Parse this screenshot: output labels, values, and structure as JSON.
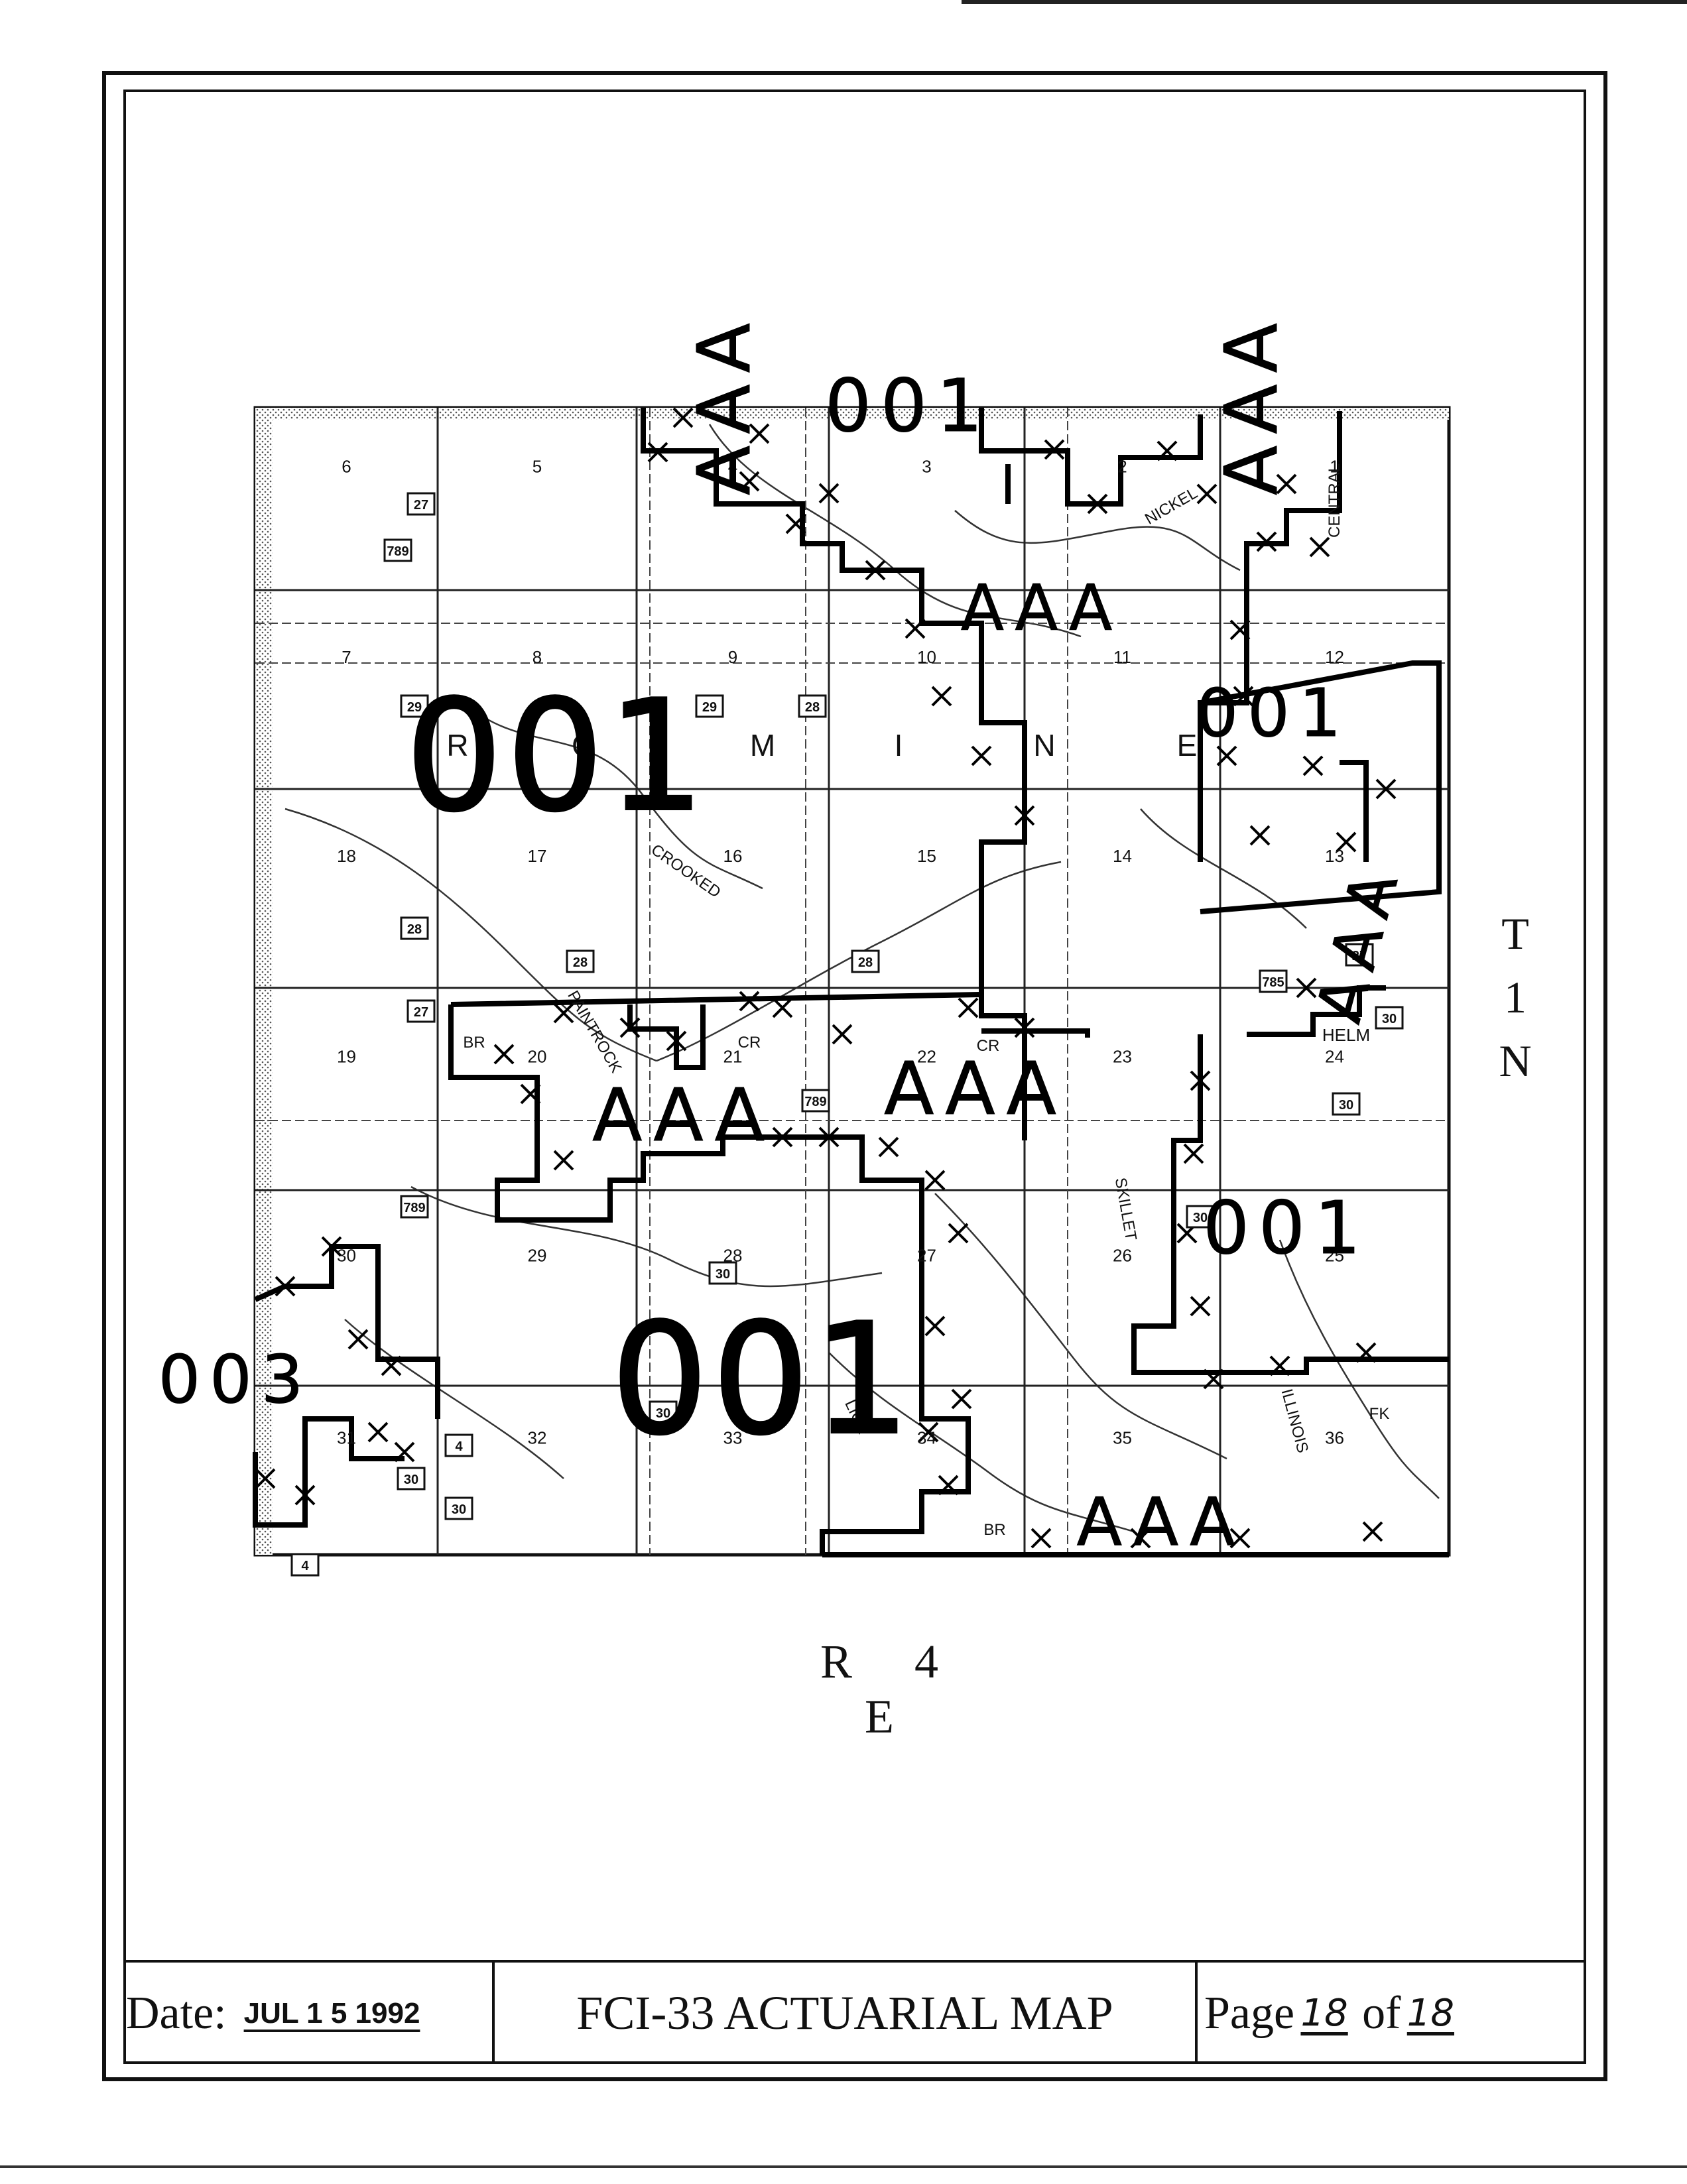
{
  "map": {
    "township_sections": [
      {
        "number": "1",
        "col": 5,
        "row": 0
      },
      {
        "number": "2",
        "col": 4,
        "row": 0
      },
      {
        "number": "3",
        "col": 3,
        "row": 0
      },
      {
        "number": "4",
        "col": 2,
        "row": 0
      },
      {
        "number": "5",
        "col": 1,
        "row": 0
      },
      {
        "number": "6",
        "col": 0,
        "row": 0
      },
      {
        "number": "7",
        "col": 0,
        "row": 1
      },
      {
        "number": "8",
        "col": 1,
        "row": 1
      },
      {
        "number": "9",
        "col": 2,
        "row": 1
      },
      {
        "number": "10",
        "col": 3,
        "row": 1
      },
      {
        "number": "11",
        "col": 4,
        "row": 1
      },
      {
        "number": "12",
        "col": 5,
        "row": 1
      },
      {
        "number": "13",
        "col": 5,
        "row": 2
      },
      {
        "number": "14",
        "col": 4,
        "row": 2
      },
      {
        "number": "15",
        "col": 3,
        "row": 2
      },
      {
        "number": "16",
        "col": 2,
        "row": 2
      },
      {
        "number": "17",
        "col": 1,
        "row": 2
      },
      {
        "number": "18",
        "col": 0,
        "row": 2
      },
      {
        "number": "19",
        "col": 0,
        "row": 3
      },
      {
        "number": "20",
        "col": 1,
        "row": 3
      },
      {
        "number": "21",
        "col": 2,
        "row": 3
      },
      {
        "number": "22",
        "col": 3,
        "row": 3
      },
      {
        "number": "23",
        "col": 4,
        "row": 3
      },
      {
        "number": "24",
        "col": 5,
        "row": 3
      },
      {
        "number": "25",
        "col": 5,
        "row": 4
      },
      {
        "number": "26",
        "col": 4,
        "row": 4
      },
      {
        "number": "27",
        "col": 3,
        "row": 4
      },
      {
        "number": "28",
        "col": 2,
        "row": 4
      },
      {
        "number": "29",
        "col": 1,
        "row": 4
      },
      {
        "number": "30",
        "col": 0,
        "row": 4
      },
      {
        "number": "31",
        "col": 0,
        "row": 5
      },
      {
        "number": "32",
        "col": 1,
        "row": 5
      },
      {
        "number": "33",
        "col": 2,
        "row": 5
      },
      {
        "number": "34",
        "col": 3,
        "row": 5
      },
      {
        "number": "35",
        "col": 4,
        "row": 5
      },
      {
        "number": "36",
        "col": 5,
        "row": 5
      }
    ],
    "township_name_letters": [
      "R",
      "O",
      "M",
      "I",
      "N",
      "E"
    ],
    "creek_labels": [
      "NICKEL",
      "CENTRAL",
      "CROOKED",
      "CR",
      "PAINTROCK",
      "BR",
      "CR",
      "SKILLET",
      "LICK",
      "BR",
      "ILLINOIS",
      "FK"
    ],
    "place_labels": [
      "HELM"
    ],
    "route_shields": [
      "27",
      "789",
      "29",
      "29",
      "28",
      "28",
      "28",
      "27",
      "30",
      "30",
      "30",
      "30",
      "30",
      "30",
      "30",
      "4",
      "4",
      "27",
      "28",
      "789",
      "789",
      "785"
    ],
    "rating_zone_labels": [
      "AAA",
      "001",
      "AAA",
      "AAA",
      "001",
      "001",
      "AAA",
      "AAA",
      "001",
      "001",
      "003",
      "AAA",
      "AAA"
    ]
  },
  "range_label": "R 4 E",
  "township_label": "T\n1\nN",
  "footer": {
    "date_label": "Date:",
    "date_value": "JUL 1 5 1992",
    "title": "FCI-33 ACTUARIAL MAP",
    "page_label": "Page",
    "page_number": "18",
    "page_of": "of",
    "page_total": "18"
  }
}
